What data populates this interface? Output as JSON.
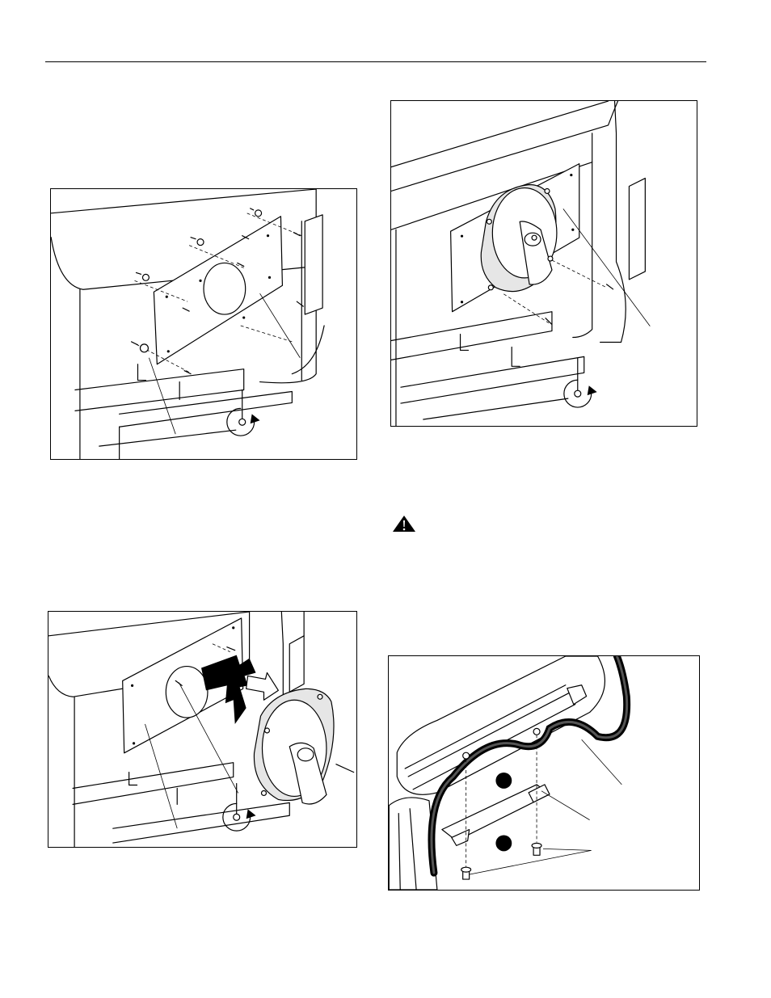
{
  "page": {
    "figures": [
      {
        "name": "adapter-plate-to-display",
        "icon": "screwdriver-rotate-icon"
      },
      {
        "name": "mount-plate-installed",
        "icon": "screwdriver-rotate-icon"
      },
      {
        "name": "mount-attaching",
        "icon": "screwdriver-rotate-icon"
      },
      {
        "name": "cable-clamp-assembly",
        "icon": "cable-clamp"
      }
    ],
    "warning_icon": "warning-triangle-icon",
    "colors": {
      "ink": "#000000",
      "paper": "#ffffff",
      "shade": "#e6e6e6"
    }
  }
}
